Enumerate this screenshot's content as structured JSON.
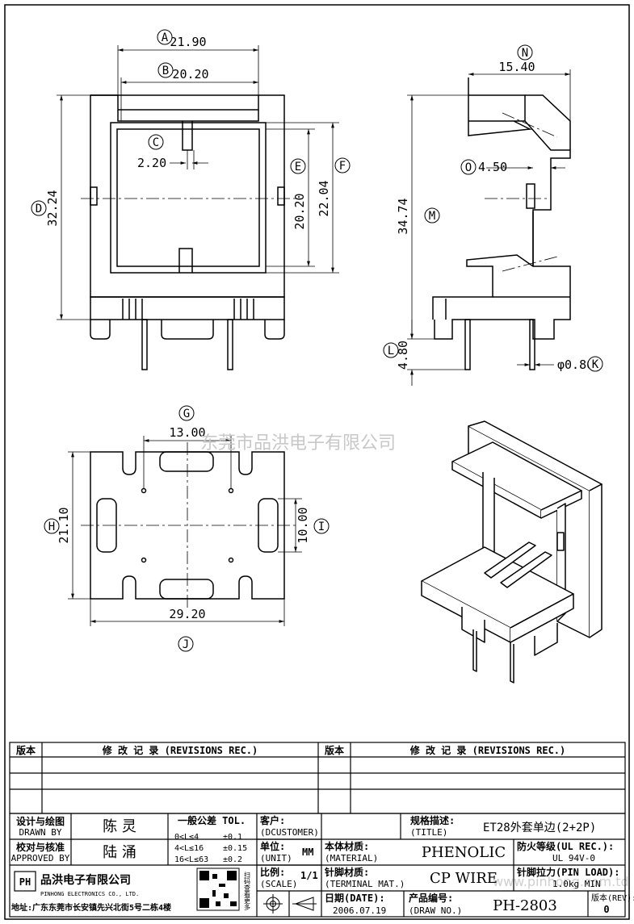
{
  "dims": {
    "a": "21.90",
    "b": "20.20",
    "c": "2.20",
    "d": "32.24",
    "e": "20.20",
    "f": "22.04",
    "g": "13.00",
    "h": "21.10",
    "i": "10.00",
    "j": "29.20",
    "n": "15.40",
    "o": "4.50",
    "m": "34.74",
    "l": "4.80",
    "k": "φ0.80"
  },
  "letters": {
    "a": "A",
    "b": "B",
    "c": "C",
    "d": "D",
    "e": "E",
    "f": "F",
    "g": "G",
    "h": "H",
    "i": "I",
    "j": "J",
    "k": "K",
    "l": "L",
    "m": "M",
    "n": "N",
    "o": "O"
  },
  "watermark": "东莞市品洪电子有限公司",
  "watermark_url": "www.pinhong.com.td",
  "revisions": {
    "col_ver": "版本",
    "col_rec": "修 改 记 录 (REVISIONS REC.)",
    "col_ver2": "版本",
    "col_rec2": "修 改 记 录 (REVISIONS REC.)"
  },
  "title_block": {
    "drawn_label_cn": "设计与绘图",
    "drawn_label_en": "DRAWN BY",
    "drawn_by": "陈 灵",
    "approved_label_cn": "校对与核准",
    "approved_label_en": "APPROVED BY",
    "approved_by": "陆 涌",
    "tol_title": "一般公差 TOL.",
    "tol_r1a": "0<L≤4",
    "tol_r1b": "±0.1",
    "tol_r2a": "4<L≤16",
    "tol_r2b": "±0.15",
    "tol_r3a": "16<L≤63",
    "tol_r3b": "±0.2",
    "customer_label": "客户:",
    "customer_en": "(DCUSTOMER)",
    "unit_label": "单位:",
    "unit_en": "(UNIT)",
    "unit_value": "MM",
    "scale_label": "比例:",
    "scale_en": "(SCALE)",
    "scale_value": "1/1",
    "title_label": "规格描述:",
    "title_en": "(TITLE)",
    "title_value": "ET28外套单边(2+2P)",
    "material_label": "本体材质:",
    "material_en": "(MATERIAL)",
    "material_value": "PHENOLIC",
    "fire_label": "防火等级(UL REC.):",
    "fire_value": "UL 94V-0",
    "terminal_label": "针脚材质:",
    "terminal_en": "(TERMINAL MAT.)",
    "terminal_value": "CP WIRE",
    "pin_load_label": "针脚拉力(PIN LOAD):",
    "pin_load_value": "1.0kg MIN",
    "date_label": "日期(DATE):",
    "date_value": "2006.07.19",
    "draw_no_label": "产品编号:",
    "draw_no_en": "(DRAW NO.)",
    "draw_no_value": "PH-2803",
    "rev_label": "版本(REV):",
    "rev_value": "0",
    "company_logo": "PH",
    "company_cn": "品洪电子有限公司",
    "company_en": "PINHONG ELECTRONICS CO., LTD.",
    "scan_label": "扫码查看更多",
    "address": "地址:广东东莞市长安镇先兴北街5号二栋4楼"
  }
}
